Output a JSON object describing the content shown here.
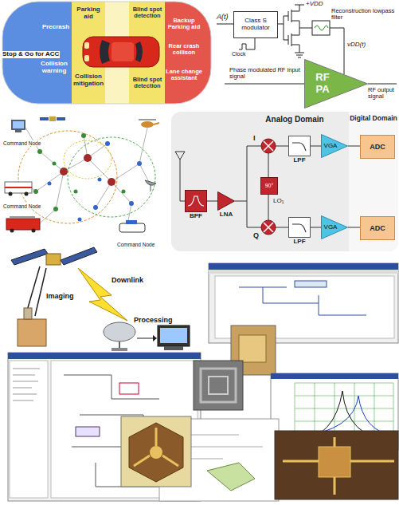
{
  "diagram": {
    "nodes": [
      {
        "text": [
          "Class S modulator"
        ]
      },
      {
        "text": [
          "RF PA"
        ]
      },
      {
        "text": [
          "Analog Domain"
        ]
      },
      {
        "text": [
          "Digital Domain"
        ],
        "in": 2
      },
      {
        "text": [
          "BPF"
        ],
        "in": 2
      },
      {
        "text": [
          "LNA"
        ],
        "in": 2
      },
      {
        "text": [
          "90°"
        ],
        "in": 2
      },
      {
        "text": [
          "LPF"
        ],
        "in": 2
      },
      {
        "text": [
          "VGA"
        ],
        "in": 2
      },
      {
        "text": [
          "ADC"
        ],
        "in": 3
      },
      {
        "text": [
          "LPF"
        ],
        "in": 2
      },
      {
        "text": [
          "VGA"
        ],
        "in": 2
      },
      {
        "text": [
          "ADC"
        ],
        "in": 3
      }
    ],
    "edges": [
      {
        "from": 4,
        "to": 5,
        "arrow": "none"
      },
      {
        "from": 7,
        "to": 8,
        "arrow": "none"
      },
      {
        "from": 8,
        "to": 9,
        "arrow": "none"
      },
      {
        "from": 10,
        "to": 11,
        "arrow": "none"
      },
      {
        "from": 11,
        "to": 12,
        "arrow": "none"
      }
    ],
    "labels": [
      "Parking aid",
      "Precrash",
      "Stop & Go for ACC",
      "Collision warning",
      "Collision mitigation",
      "Blind spot detection",
      "Backup Parking aid",
      "Rear crash collison",
      "Lane change assistant",
      "Blind spot detection",
      "A(t)",
      "+VDD",
      "Clock",
      "Reconstruction lowpass filter",
      "vDD(t)",
      "Phase modulated RF input signal",
      "RF output signal",
      "Command Node",
      "Command Node",
      "Command Node",
      "I",
      "Q",
      "LO₁",
      "Imaging",
      "Downlink",
      "Processing"
    ]
  }
}
